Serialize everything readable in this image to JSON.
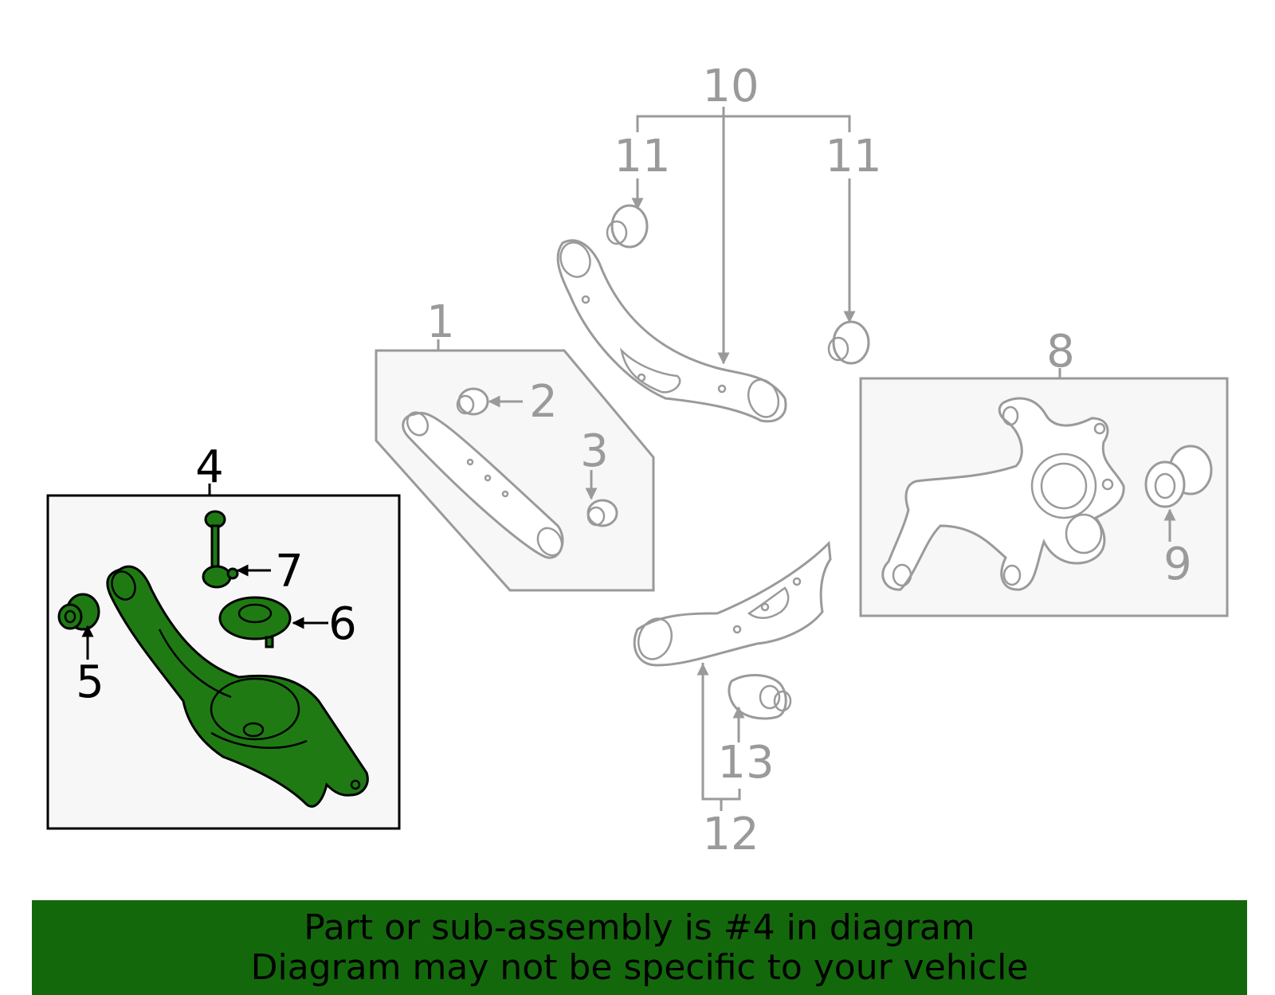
{
  "callouts": {
    "c1": "1",
    "c2": "2",
    "c3": "3",
    "c4": "4",
    "c5": "5",
    "c6": "6",
    "c7": "7",
    "c8": "8",
    "c9": "9",
    "c10": "10",
    "c11a": "11",
    "c11b": "11",
    "c12": "12",
    "c13": "13"
  },
  "banner": {
    "line1": "Part or sub-assembly is #4 in diagram",
    "line2": "Diagram may not be specific to your vehicle"
  },
  "colors": {
    "highlight": "#1f7a14",
    "banner_bg": "#14680c",
    "line_grey": "#9a9a9a",
    "box_fill": "#f7f7f7"
  },
  "icons": {
    "highlighted_part": "lower-control-arm",
    "arrow": "leader-arrow"
  }
}
